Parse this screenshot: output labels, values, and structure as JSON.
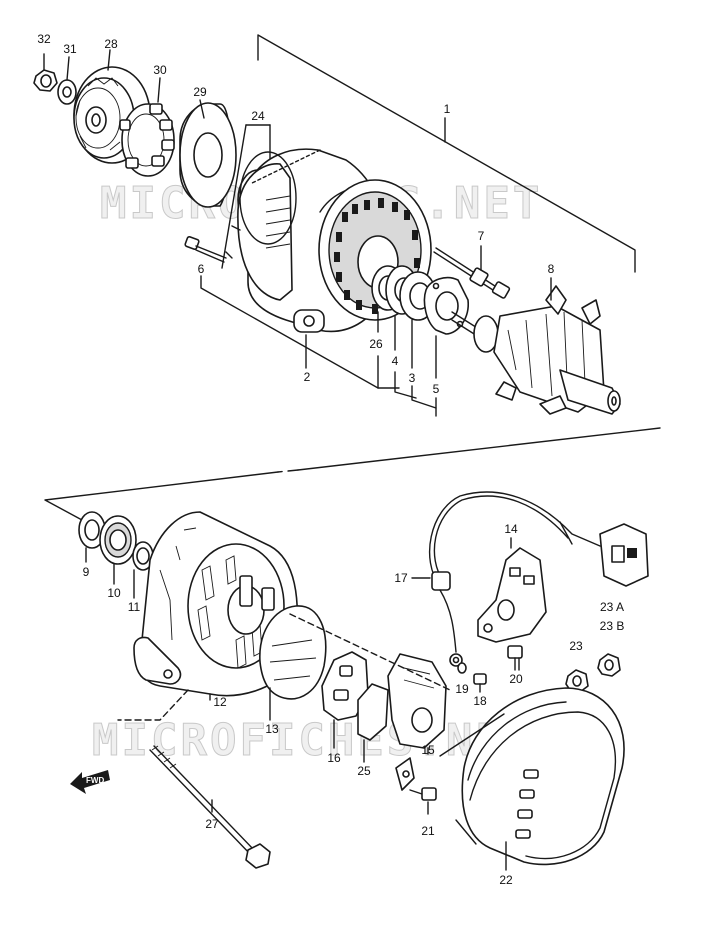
{
  "watermark": "MICROFICHES.NET",
  "fwd_label": "FWD",
  "callouts": [
    {
      "id": "c32",
      "label": "32"
    },
    {
      "id": "c31",
      "label": "31"
    },
    {
      "id": "c28",
      "label": "28"
    },
    {
      "id": "c30",
      "label": "30"
    },
    {
      "id": "c29",
      "label": "29"
    },
    {
      "id": "c24",
      "label": "24"
    },
    {
      "id": "c1",
      "label": "1"
    },
    {
      "id": "c6",
      "label": "6"
    },
    {
      "id": "c7",
      "label": "7"
    },
    {
      "id": "c8",
      "label": "8"
    },
    {
      "id": "c26",
      "label": "26"
    },
    {
      "id": "c4",
      "label": "4"
    },
    {
      "id": "c3",
      "label": "3"
    },
    {
      "id": "c5",
      "label": "5"
    },
    {
      "id": "c2",
      "label": "2"
    },
    {
      "id": "c9",
      "label": "9"
    },
    {
      "id": "c10",
      "label": "10"
    },
    {
      "id": "c11",
      "label": "11"
    },
    {
      "id": "c14",
      "label": "14"
    },
    {
      "id": "c17",
      "label": "17"
    },
    {
      "id": "c23a",
      "label": "23 A"
    },
    {
      "id": "c23b",
      "label": "23 B"
    },
    {
      "id": "c23",
      "label": "23"
    },
    {
      "id": "c12",
      "label": "12"
    },
    {
      "id": "c19",
      "label": "19"
    },
    {
      "id": "c20",
      "label": "20"
    },
    {
      "id": "c18",
      "label": "18"
    },
    {
      "id": "c13",
      "label": "13"
    },
    {
      "id": "c16",
      "label": "16"
    },
    {
      "id": "c15",
      "label": "15"
    },
    {
      "id": "c25",
      "label": "25"
    },
    {
      "id": "c27",
      "label": "27"
    },
    {
      "id": "c21",
      "label": "21"
    },
    {
      "id": "c22",
      "label": "22"
    }
  ]
}
